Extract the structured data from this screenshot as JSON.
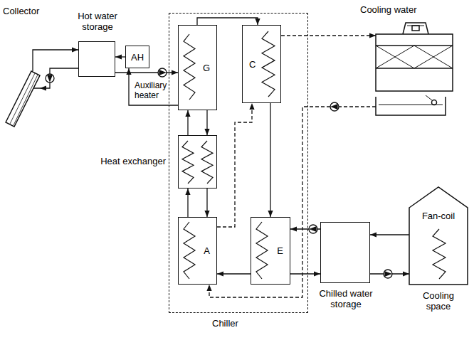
{
  "diagram": {
    "nodes": [
      {
        "text": [
          "Collector"
        ]
      },
      {
        "text": [
          "Hot water storage"
        ]
      },
      {
        "text": [
          "AH",
          "Auxiliary heater"
        ]
      },
      {
        "text": [
          "Chiller"
        ]
      },
      {
        "text": [
          "G"
        ],
        "in": 3
      },
      {
        "text": [
          "C"
        ],
        "in": 3
      },
      {
        "text": [
          "Heat exchanger"
        ],
        "in": 3
      },
      {
        "text": [
          "A"
        ],
        "in": 3
      },
      {
        "text": [
          "E"
        ],
        "in": 3
      },
      {
        "text": [
          "Cooling water"
        ]
      },
      {
        "text": [
          "Chilled water storage"
        ]
      },
      {
        "text": [
          "Fan-coil",
          "Cooling space"
        ]
      }
    ],
    "edges": [
      {
        "from": 0,
        "to": 1,
        "arrow": "to"
      },
      {
        "from": 1,
        "to": 0,
        "arrow": "to"
      },
      {
        "from": 1,
        "to": 4,
        "arrow": "to"
      },
      {
        "from": 4,
        "to": 2,
        "arrow": "to"
      },
      {
        "from": 2,
        "to": 1,
        "arrow": "to"
      },
      {
        "from": 4,
        "to": 5,
        "arrow": "to"
      },
      {
        "from": 5,
        "to": 8,
        "arrow": "to"
      },
      {
        "from": 8,
        "to": 7,
        "arrow": "to"
      },
      {
        "from": 4,
        "to": 6,
        "arrow": "to"
      },
      {
        "from": 6,
        "to": 4,
        "arrow": "to"
      },
      {
        "from": 6,
        "to": 7,
        "arrow": "to"
      },
      {
        "from": 7,
        "to": 6,
        "arrow": "to"
      },
      {
        "from": 5,
        "to": 9,
        "arrow": "to"
      },
      {
        "from": 9,
        "to": 7,
        "arrow": "to"
      },
      {
        "from": 7,
        "to": 5,
        "arrow": "to"
      },
      {
        "from": 10,
        "to": 8,
        "arrow": "to"
      },
      {
        "from": 8,
        "to": 10,
        "arrow": "to"
      },
      {
        "from": 11,
        "to": 10,
        "arrow": "to"
      },
      {
        "from": 10,
        "to": 11,
        "arrow": "to"
      }
    ]
  }
}
